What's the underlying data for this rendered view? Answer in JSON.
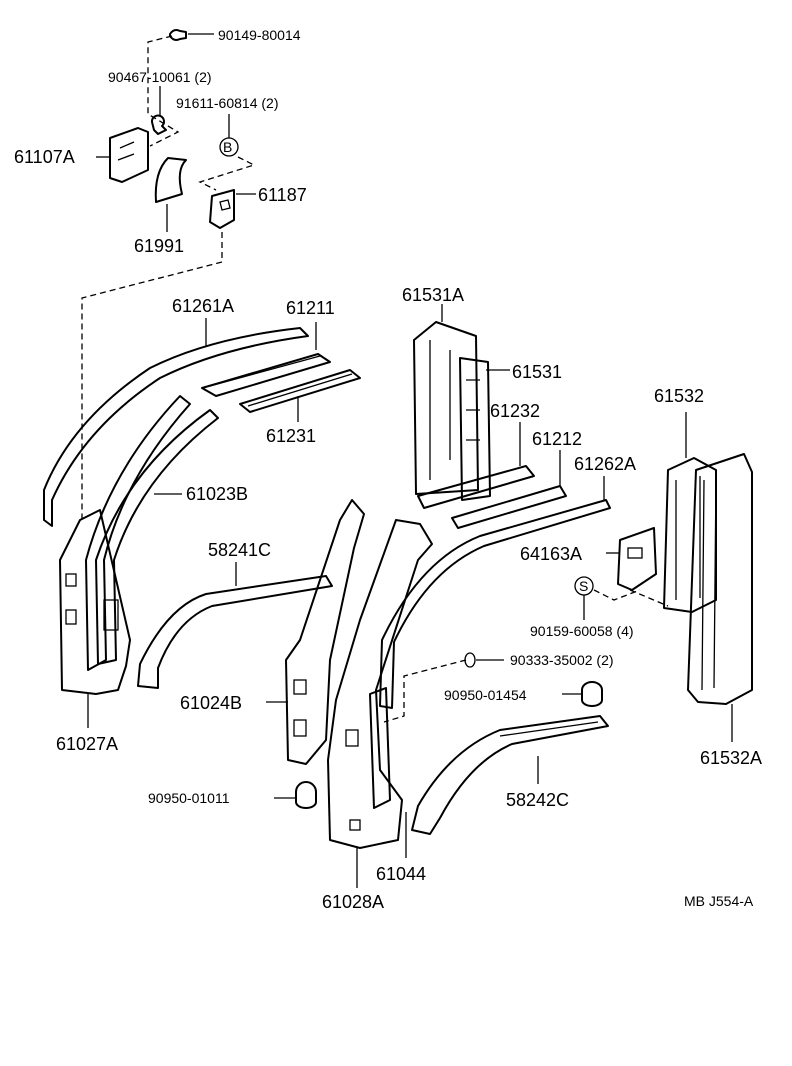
{
  "labels": {
    "p90149": "90149-80014",
    "p90467": "90467-10061 (2)",
    "p91611": "91611-60814 (2)",
    "p61107A": "61107A",
    "pB": "B",
    "p61187": "61187",
    "p61991": "61991",
    "p61261A": "61261A",
    "p61211": "61211",
    "p61231": "61231",
    "p61023B": "61023B",
    "p58241C": "58241C",
    "p61027A": "61027A",
    "p61531A": "61531A",
    "p61531": "61531",
    "p61232": "61232",
    "p61212": "61212",
    "p61262A": "61262A",
    "p61532": "61532",
    "p64163A": "64163A",
    "pS": "S",
    "p90159": "90159-60058 (4)",
    "p90333": "90333-35002 (2)",
    "p90950_01454": "90950-01454",
    "p61024B": "61024B",
    "p90950_01011": "90950-01011",
    "p58242C": "58242C",
    "p61044": "61044",
    "p61028A": "61028A",
    "p61532A": "61532A",
    "ref": "MB  J554-A"
  }
}
